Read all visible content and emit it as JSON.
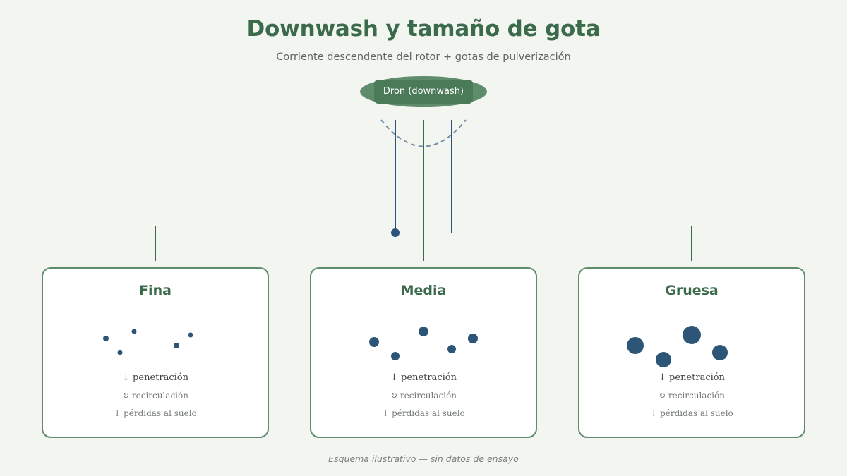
{
  "header": {
    "title": "Downwash y tamaño de gota",
    "subtitle": "Corriente descendente del rotor + gotas de pulverización"
  },
  "drone": {
    "label": "Dron (downwash)"
  },
  "colors": {
    "green": "#3c6b4c",
    "drone_body": "#4a7a58",
    "drone_ellipse": "#5f8c6c",
    "droplet": "#2c5578",
    "background": "#f3f5f1"
  },
  "cards": [
    {
      "title": "Fina",
      "effects": [
        "↓ penetración",
        "↻ recirculación",
        "↓ pérdidas al suelo"
      ]
    },
    {
      "title": "Media",
      "effects": [
        "↓ penetración",
        "↻ recirculación",
        "↓ pérdidas al suelo"
      ]
    },
    {
      "title": "Gruesa",
      "effects": [
        "↓ penetración",
        "↻ recirculación",
        "↓ pérdidas al suelo"
      ]
    }
  ],
  "footer": {
    "note": "Esquema ilustrativo — sin datos de ensayo"
  }
}
